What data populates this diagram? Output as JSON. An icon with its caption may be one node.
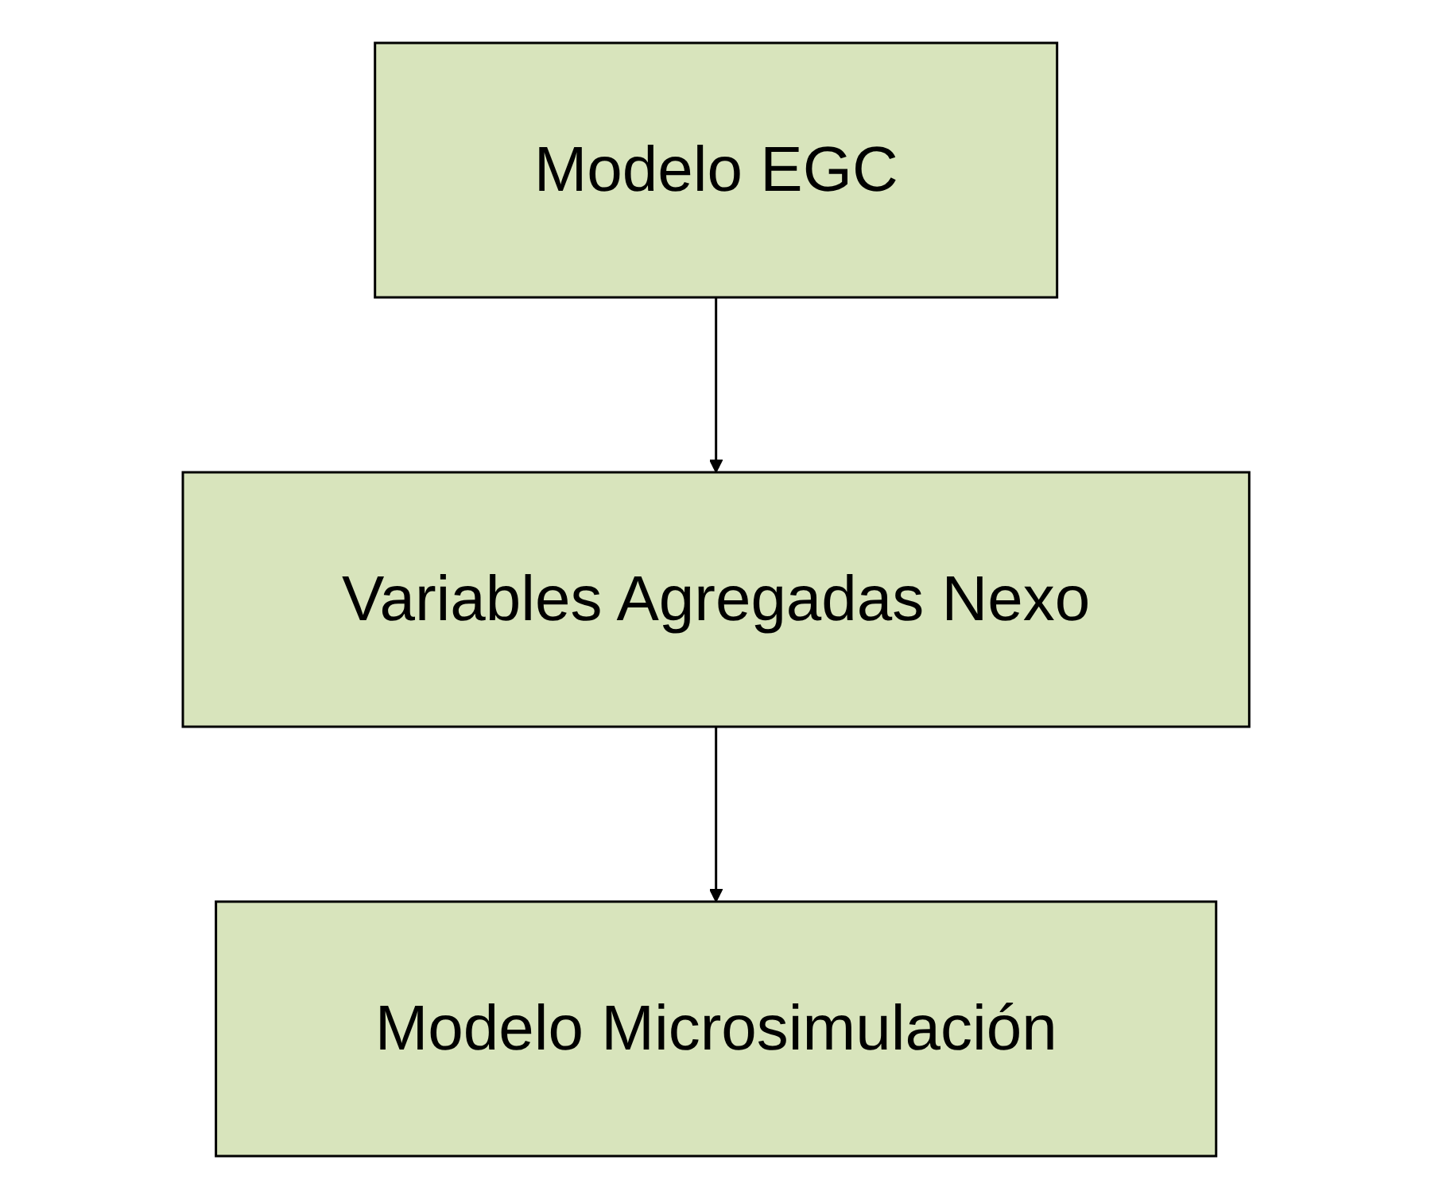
{
  "diagram": {
    "nodes": [
      {
        "text": [
          "Modelo EGC"
        ]
      },
      {
        "text": [
          "Variables Agregadas Nexo"
        ]
      },
      {
        "text": [
          "Modelo Microsimulación"
        ]
      }
    ],
    "edges": [
      {
        "from": 0,
        "to": 1,
        "arrow": "to"
      },
      {
        "from": 1,
        "to": 2,
        "arrow": "to"
      }
    ]
  }
}
